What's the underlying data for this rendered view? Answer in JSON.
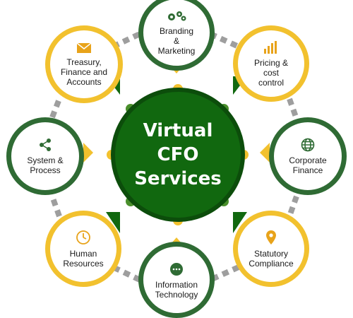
{
  "center": {
    "title": "Virtual\nCFO\nServices"
  },
  "nodes": [
    {
      "id": "branding-marketing",
      "label": "Branding\n&\nMarketing",
      "icon": "gears-icon"
    },
    {
      "id": "pricing-cost-control",
      "label": "Pricing &\ncost\ncontrol",
      "icon": "bar-chart-icon"
    },
    {
      "id": "corporate-finance",
      "label": "Corporate\nFinance",
      "icon": "globe-icon"
    },
    {
      "id": "statutory-compliance",
      "label": "Statutory\nCompliance",
      "icon": "map-pin-icon"
    },
    {
      "id": "information-technology",
      "label": "Information\nTechnology",
      "icon": "chat-bubble-icon"
    },
    {
      "id": "human-resources",
      "label": "Human\nResources",
      "icon": "clock-icon"
    },
    {
      "id": "system-process",
      "label": "System &\nProcess",
      "icon": "share-icon"
    },
    {
      "id": "treasury-finance-accounts",
      "label": "Treasury,\nFinance and\nAccounts",
      "icon": "envelope-icon"
    }
  ],
  "colors": {
    "dark_green": "#2f6b34",
    "center_green": "#11680f",
    "yellow": "#f2c12e",
    "connector_gray": "#9e9e9e",
    "dot_green": "#4a8f2c",
    "icon_orange": "#e8a31a"
  }
}
